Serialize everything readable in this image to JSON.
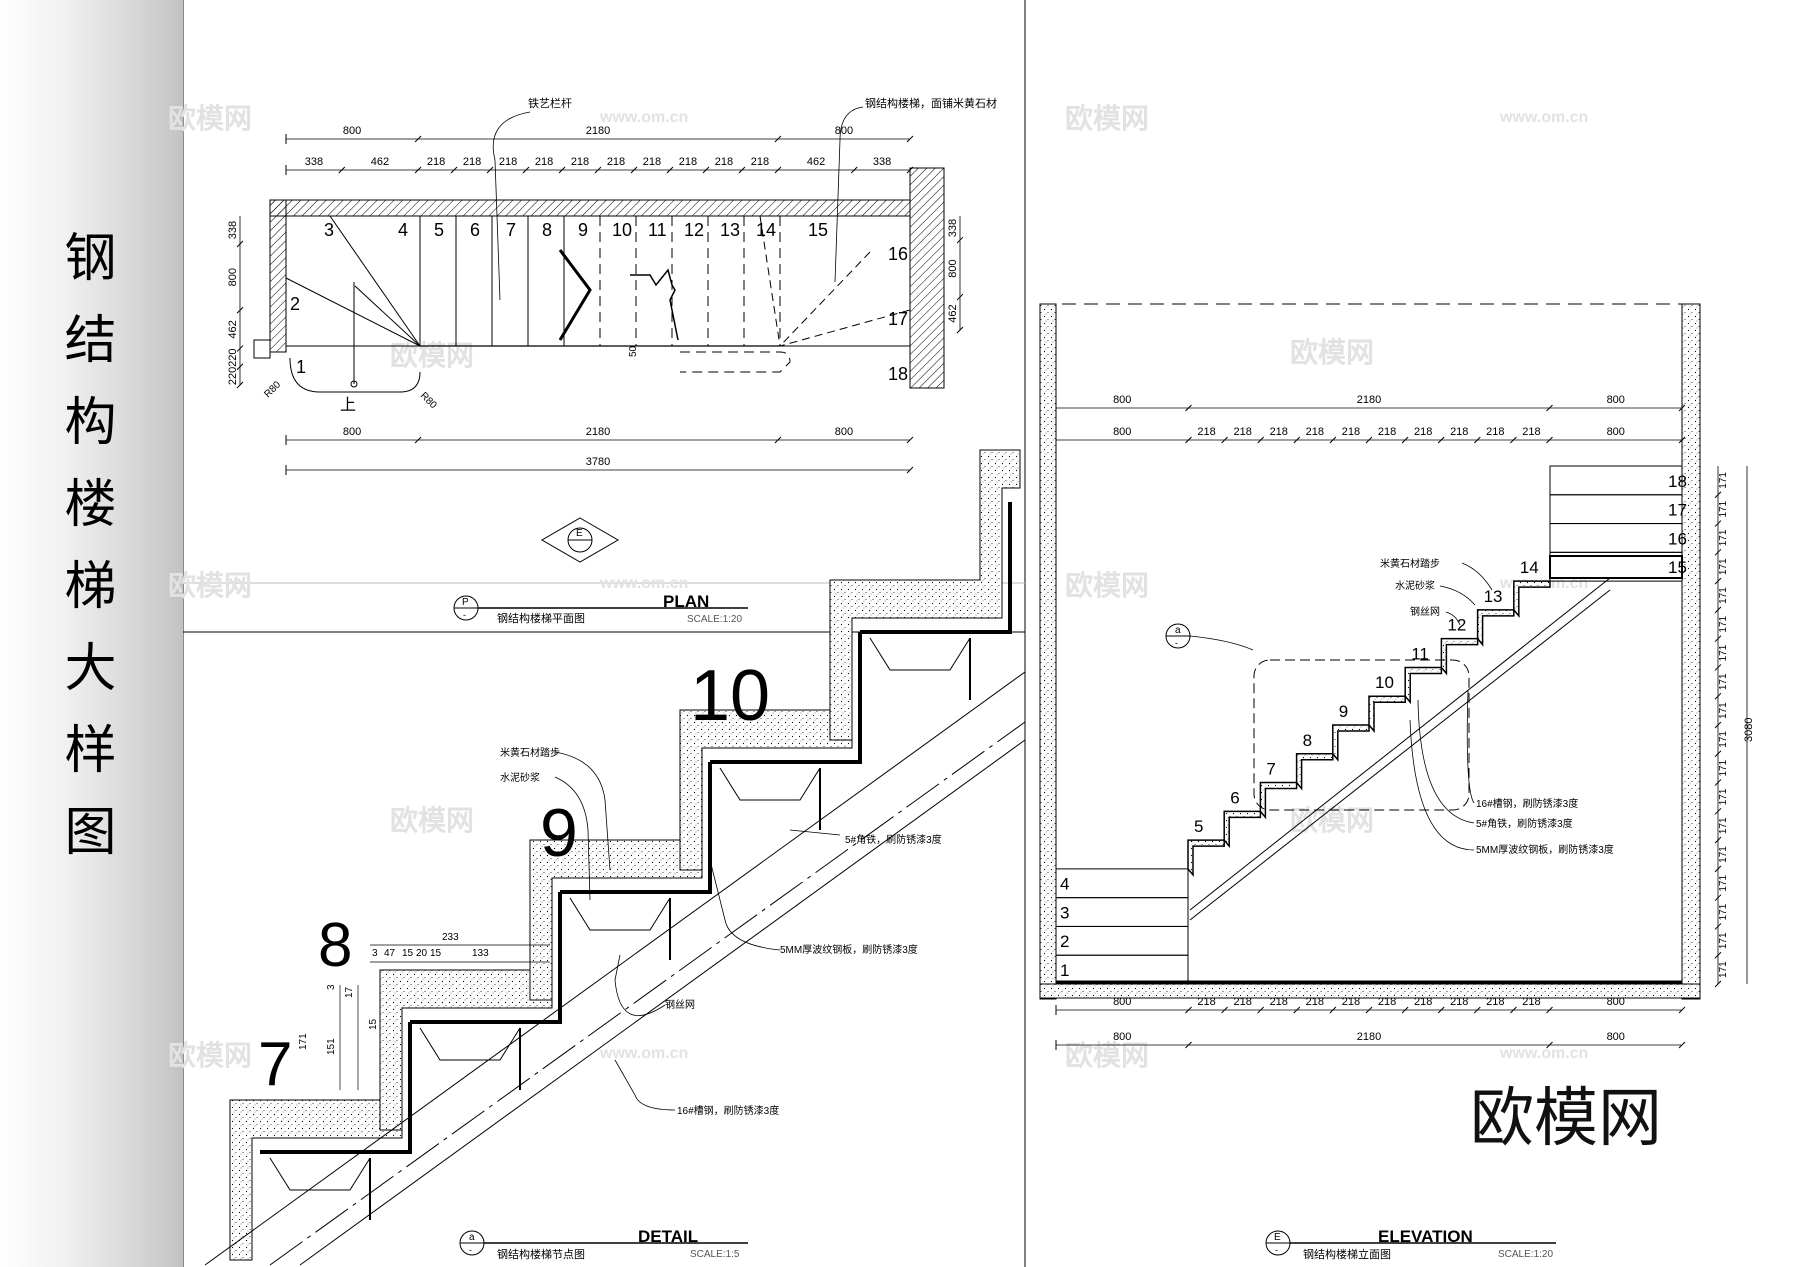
{
  "sheet_title": "钢结构楼梯大样图",
  "watermark": {
    "brand": "欧模网",
    "url": "www.om.cn",
    "big_logo": "欧模网"
  },
  "plan": {
    "title_en": "PLAN",
    "title_cn": "钢结构楼梯平面图",
    "scale": "SCALE:1:20",
    "tag_letter": "P",
    "tag_sub": "-",
    "dim_top_1": [
      "800",
      "2180",
      "800"
    ],
    "dim_top_2": [
      "338",
      "462",
      "218",
      "218",
      "218",
      "218",
      "218",
      "218",
      "218",
      "218",
      "218",
      "218",
      "462",
      "338"
    ],
    "dim_left": [
      "338",
      "800",
      "462",
      "220",
      "220"
    ],
    "dim_right": [
      "338",
      "800",
      "462"
    ],
    "dim_bottom_1": [
      "800",
      "2180",
      "800"
    ],
    "dim_bottom_2": [
      "3780"
    ],
    "step_numbers": [
      "1",
      "2",
      "3",
      "4",
      "5",
      "6",
      "7",
      "8",
      "9",
      "10",
      "11",
      "12",
      "13",
      "14",
      "15",
      "16",
      "17",
      "18"
    ],
    "labels": {
      "railing": "铁艺栏杆",
      "stair_note": "钢结构楼梯，面铺米黄石材",
      "up": "上",
      "r80a": "R80",
      "r80b": "R80",
      "d50": "50"
    },
    "elev_marker": "E"
  },
  "detail": {
    "title_en": "DETAIL",
    "title_cn": "钢结构楼梯节点图",
    "scale": "SCALE:1:5",
    "tag_letter": "a",
    "tag_sub": "-",
    "step_numbers": [
      "7",
      "8",
      "9",
      "10"
    ],
    "labels": {
      "stone": "米黄石材踏步",
      "mortar": "水泥砂浆",
      "angle": "5#角铁，刷防锈漆3度",
      "plate": "5MM厚波纹钢板，刷防锈漆3度",
      "mesh": "钢丝网",
      "channel": "16#槽钢，刷防锈漆3度"
    },
    "dims_h": [
      "233",
      "3",
      "47",
      "15",
      "20",
      "15",
      "133"
    ],
    "dims_v": [
      "3",
      "17",
      "15",
      "171",
      "151"
    ]
  },
  "elevation": {
    "title_en": "ELEVATION",
    "title_cn": "钢结构楼梯立面图",
    "scale": "SCALE:1:20",
    "tag_letter": "E",
    "tag_sub": "-",
    "dim_top_1": [
      "800",
      "2180",
      "800"
    ],
    "dim_top_2": [
      "800",
      "218",
      "218",
      "218",
      "218",
      "218",
      "218",
      "218",
      "218",
      "218",
      "218",
      "800"
    ],
    "dim_bottom_1": [
      "800",
      "218",
      "218",
      "218",
      "218",
      "218",
      "218",
      "218",
      "218",
      "218",
      "218",
      "800"
    ],
    "dim_bottom_2": [
      "800",
      "2180",
      "800"
    ],
    "dim_right_rise": "171",
    "dim_right_total": "3080",
    "step_numbers": [
      "1",
      "2",
      "3",
      "4",
      "5",
      "6",
      "7",
      "8",
      "9",
      "10",
      "11",
      "12",
      "13",
      "14",
      "15",
      "16",
      "17",
      "18"
    ],
    "labels": {
      "stone": "米黄石材踏步",
      "mortar": "水泥砂浆",
      "mesh": "钢丝网",
      "channel": "16#槽钢，刷防锈漆3度",
      "angle": "5#角铁，刷防锈漆3度",
      "plate": "5MM厚波纹钢板，刷防锈漆3度"
    },
    "callout_tag": "a",
    "callout_sub": "-"
  }
}
